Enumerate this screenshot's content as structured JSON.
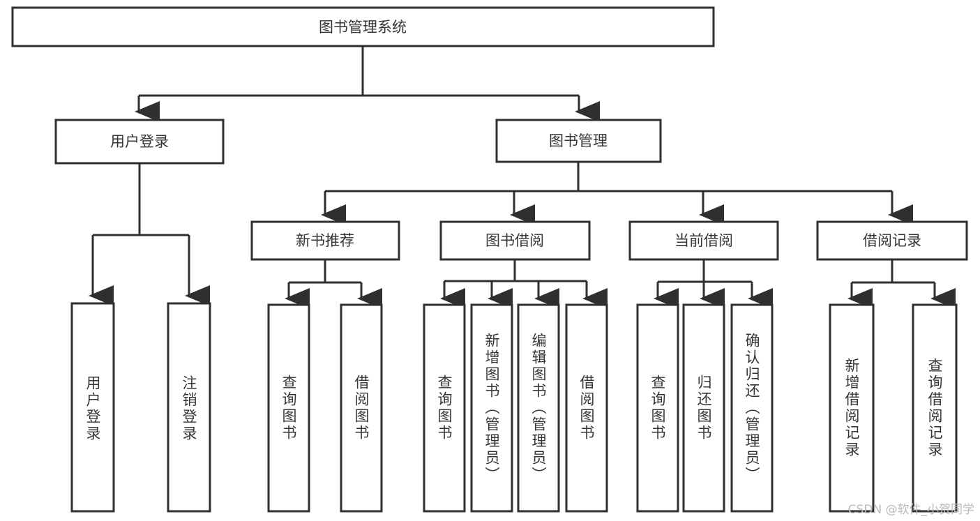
{
  "diagram": {
    "title": "图书管理系统",
    "type": "hierarchy-tree",
    "background_color": "#ffffff",
    "stroke_color": "#2f2f2f",
    "text_color": "#353535",
    "root": {
      "label": "图书管理系统"
    },
    "level2": [
      {
        "label": "用户登录"
      },
      {
        "label": "图书管理"
      }
    ],
    "level3": [
      {
        "label": "新书推荐"
      },
      {
        "label": "图书借阅"
      },
      {
        "label": "当前借阅"
      },
      {
        "label": "借阅记录"
      }
    ],
    "leaves": {
      "user_login": [
        {
          "label": "用户登录"
        },
        {
          "label": "注销登录"
        }
      ],
      "new_book_recommend": [
        {
          "label": "查询图书"
        },
        {
          "label": "借阅图书"
        }
      ],
      "book_borrow": [
        {
          "label": "查询图书"
        },
        {
          "label": "新增图书（管理员）"
        },
        {
          "label": "编辑图书（管理员）"
        },
        {
          "label": "借阅图书"
        }
      ],
      "current_borrow": [
        {
          "label": "查询图书"
        },
        {
          "label": "归还图书"
        },
        {
          "label": "确认归还（管理员）"
        }
      ],
      "borrow_record": [
        {
          "label": "新增借阅记录"
        },
        {
          "label": "查询借阅记录"
        }
      ]
    }
  },
  "watermark": {
    "text": "CSDN @软件_小贺同学"
  }
}
